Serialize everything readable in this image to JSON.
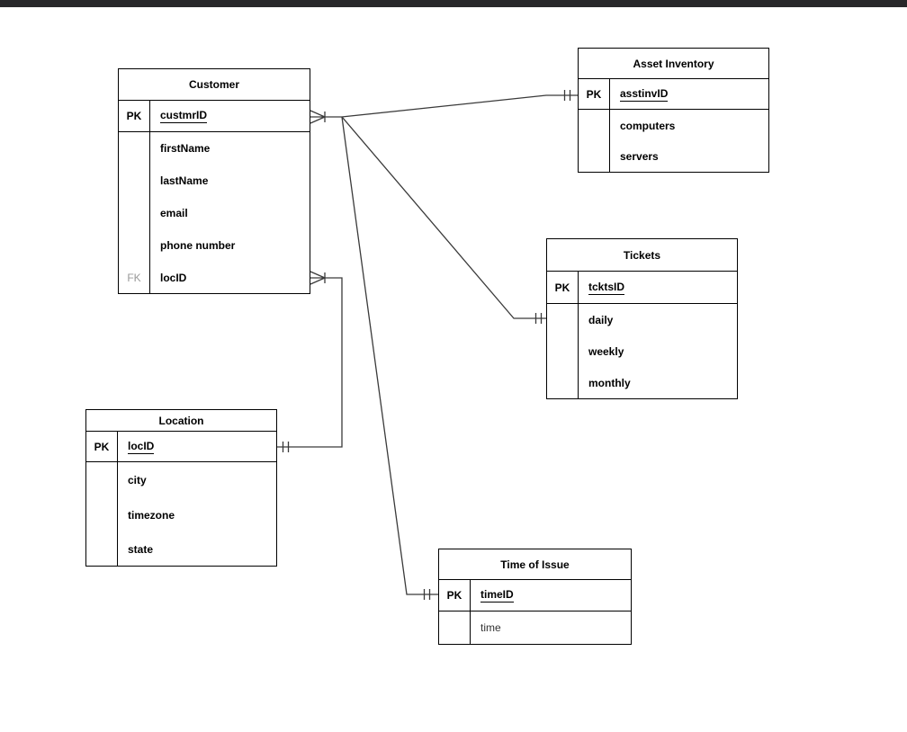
{
  "diagram": {
    "tables": [
      {
        "name": "customer",
        "title": "Customer",
        "rows": [
          {
            "key": "PK",
            "field": "custmrID"
          },
          {
            "key": "",
            "field": "firstName"
          },
          {
            "key": "",
            "field": "lastName"
          },
          {
            "key": "",
            "field": "email"
          },
          {
            "key": "",
            "field": "phone number"
          },
          {
            "key": "FK",
            "field": "locID"
          }
        ]
      },
      {
        "name": "asset-inventory",
        "title": "Asset Inventory",
        "rows": [
          {
            "key": "PK",
            "field": "asstinvID"
          },
          {
            "key": "",
            "field": "computers"
          },
          {
            "key": "",
            "field": "servers"
          }
        ]
      },
      {
        "name": "tickets",
        "title": "Tickets",
        "rows": [
          {
            "key": "PK",
            "field": "tcktsID"
          },
          {
            "key": "",
            "field": "daily"
          },
          {
            "key": "",
            "field": "weekly"
          },
          {
            "key": "",
            "field": "monthly"
          }
        ]
      },
      {
        "name": "location",
        "title": "Location",
        "rows": [
          {
            "key": "PK",
            "field": "locID"
          },
          {
            "key": "",
            "field": "city"
          },
          {
            "key": "",
            "field": "timezone"
          },
          {
            "key": "",
            "field": "state"
          }
        ]
      },
      {
        "name": "time-of-issue",
        "title": "Time of Issue",
        "rows": [
          {
            "key": "PK",
            "field": "timeID"
          },
          {
            "key": "",
            "field": "time"
          }
        ]
      }
    ],
    "relationships": [
      {
        "from": "Customer.custmrID",
        "to": "Asset Inventory.asstinvID",
        "from_end": "many",
        "to_end": "one-and-only-one"
      },
      {
        "from": "Customer.custmrID",
        "to": "Tickets.tcktsID",
        "from_end": "many",
        "to_end": "one-and-only-one"
      },
      {
        "from": "Customer.custmrID",
        "to": "Time of Issue.timeID",
        "from_end": "many",
        "to_end": "one-and-only-one"
      },
      {
        "from": "Customer.locID",
        "to": "Location.locID",
        "from_end": "many",
        "to_end": "one-and-only-one"
      }
    ],
    "colors": {
      "table_border": "#000000",
      "connector": "#3a3a3a",
      "fk_label": "#999999",
      "titlebar": "#28282a"
    }
  }
}
